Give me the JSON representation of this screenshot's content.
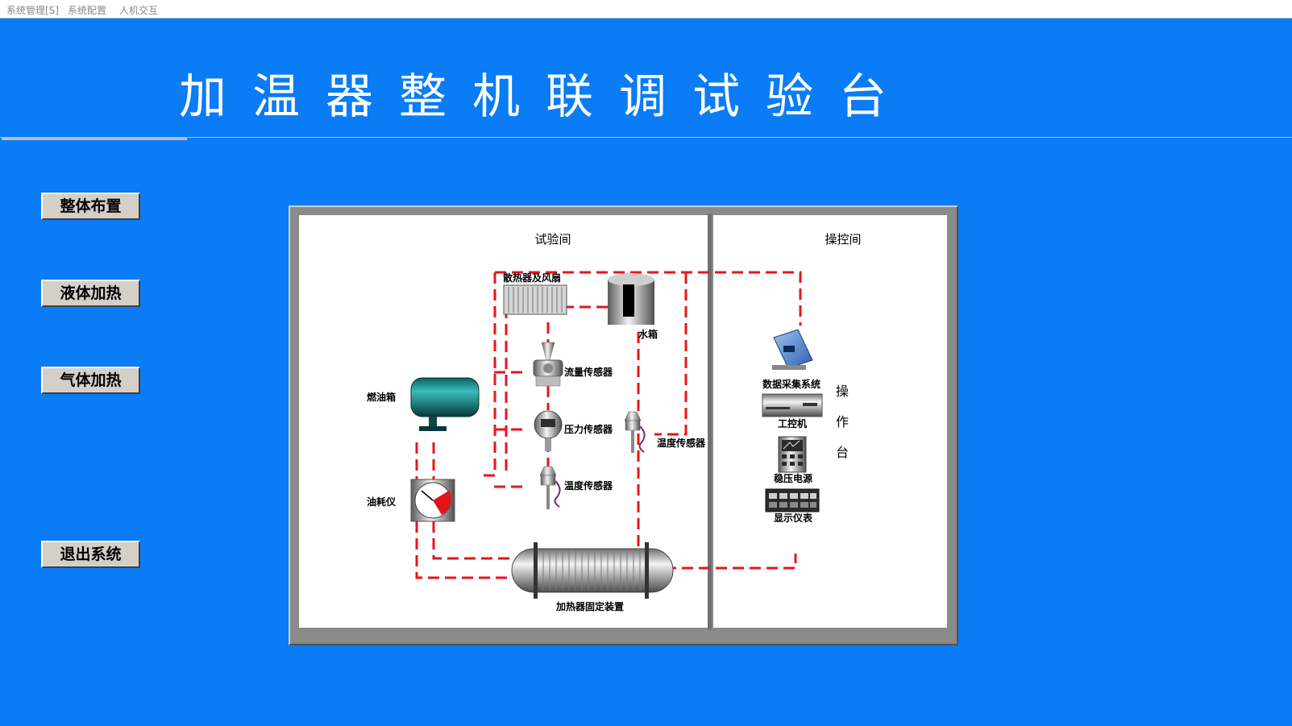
{
  "menu": [
    "系统管理[S]",
    "系统配置",
    "人机交互"
  ],
  "title": "加温器整机联调试验台",
  "nav": {
    "overall_layout": "整体布置",
    "liquid_heating": "液体加热",
    "gas_heating": "气体加热",
    "exit": "退出系统"
  },
  "diagram": {
    "test_room": "试验间",
    "control_room": "操控间",
    "components": {
      "radiator_fan": "散热器及风扇",
      "water_tank": "水箱",
      "flow_sensor": "流量传感器",
      "fuel_tank": "燃油箱",
      "pressure_sensor": "压力传感器",
      "temp_sensor_right": "温度传感器",
      "fuel_meter": "油耗仪",
      "temp_sensor_mid": "温度传感器",
      "heater_fixture": "加热器固定装置",
      "daq_system": "数据采集系统",
      "ipc": "工控机",
      "regulated_power": "稳压电源",
      "display_meter": "显示仪表"
    },
    "console_chars": [
      "操",
      "作",
      "台"
    ]
  },
  "colors": {
    "background": "#0a7cf5",
    "pipe_line": "#e8141e",
    "button_face": "#d4d0c8"
  }
}
